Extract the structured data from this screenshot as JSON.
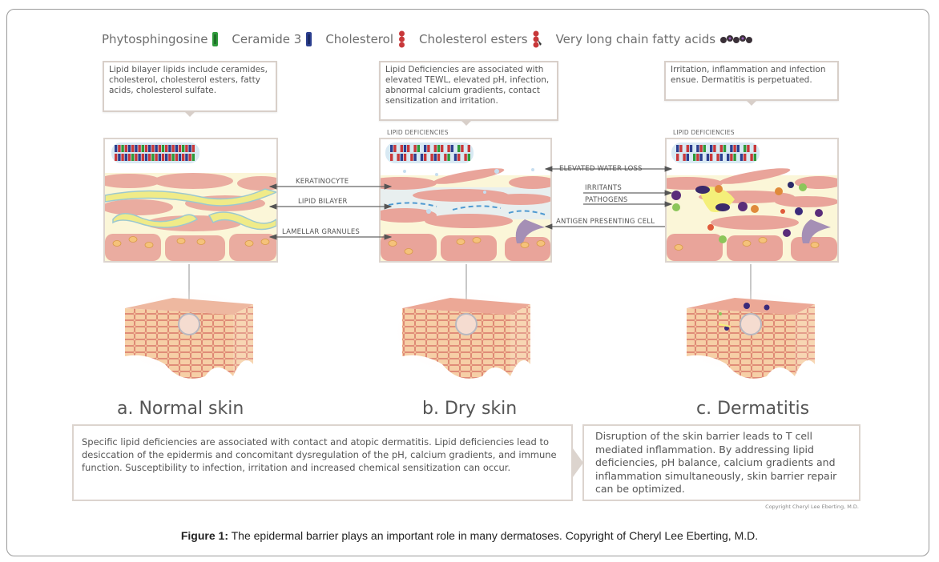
{
  "legend": [
    {
      "label": "Phytosphingosine",
      "icon": "phytosphingosine-molecule-icon",
      "color": "#2e9a3a"
    },
    {
      "label": "Ceramide 3",
      "icon": "ceramide-3-molecule-icon",
      "color": "#2c3f8f"
    },
    {
      "label": "Cholesterol",
      "icon": "cholesterol-molecule-icon",
      "color": "#c8383a"
    },
    {
      "label": "Cholesterol esters",
      "icon": "cholesterol-esters-molecule-icon",
      "color": "#c8383a"
    },
    {
      "label": "Very long chain fatty acids",
      "icon": "fatty-acids-molecule-icon",
      "color": "#3a3038"
    }
  ],
  "callouts": {
    "normal": "Lipid bilayer lipids include ceramides, cholesterol, cholesterol esters, fatty acids, cholesterol sulfate.",
    "dry": "Lipid Deficiencies are associated with elevated TEWL, elevated pH, infection, abnormal calcium gradients, contact sensitization and irritation.",
    "dermatitis": "Irritation, inflammation and infection ensue. Dermatitis is perpetuated."
  },
  "panel_labels": {
    "dry_deficiency": "LIPID DEFICIENCIES",
    "dermatitis_deficiency": "LIPID DEFICIENCIES"
  },
  "arrow_labels_left": [
    "KERATINOCYTE",
    "LIPID BILAYER",
    "LAMELLAR GRANULES"
  ],
  "arrow_labels_right": [
    "ELEVATED WATER LOSS",
    "IRRITANTS",
    "PATHOGENS",
    "ANTIGEN PRESENTING CELL"
  ],
  "sections": [
    {
      "title": "a. Normal skin"
    },
    {
      "title": "b. Dry skin"
    },
    {
      "title": "c. Dermatitis"
    }
  ],
  "descriptions": {
    "left": "Specific lipid deficiencies are associated with contact and atopic dermatitis. Lipid deficiencies lead to desiccation of the epidermis and concomitant dysregulation of the pH, calcium gradients, and immune function. Susceptibility to infection, irritation and increased chemical sensitization can occur.",
    "right": "Disruption of the skin barrier leads to T cell mediated inflammation. By addressing lipid deficiencies, pH balance, calcium gradients and inflammation simultaneously, skin barrier repair can be optimized."
  },
  "copyright": "Copyright Cheryl Lee Eberting, M.D.",
  "caption": {
    "label": "Figure 1:",
    "text": " The epidermal barrier plays an important role in many dermatoses. Copyright of Cheryl Lee Eberting, M.D."
  },
  "colors": {
    "keratinocyte": "#e9a49a",
    "lipid": "#f2ec9e",
    "border": "#dcd4ce",
    "apc": "#a58fb5"
  }
}
